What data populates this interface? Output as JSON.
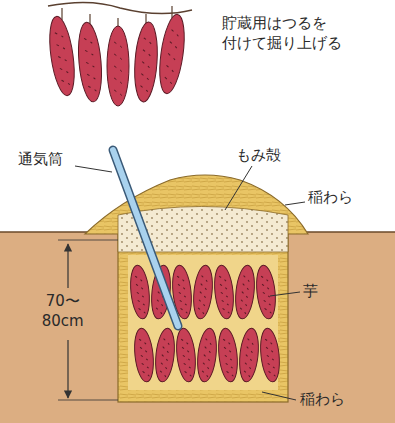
{
  "diagram": {
    "labels": [
      "貯蔵用はつるを 付けて掘り上げる",
      "通気筒",
      "もみ殻",
      "稲わら",
      "70〜 80cm",
      "芋",
      "稲わら"
    ]
  }
}
